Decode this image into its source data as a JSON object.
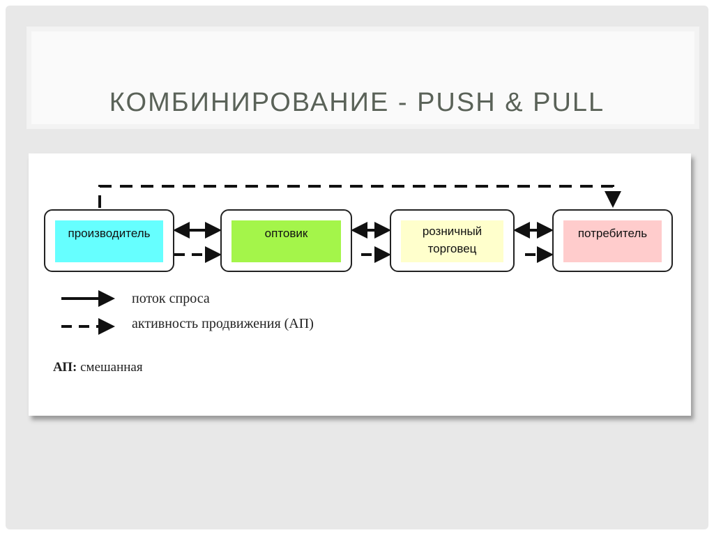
{
  "title": "КОМБИНИРОВАНИЕ - PUSH & PULL",
  "nodes": [
    {
      "label": "производитель",
      "color": "#66ffff"
    },
    {
      "label": "оптовик",
      "color": "#a4f54a"
    },
    {
      "label": "розничный торговец",
      "color": "#ffffcc"
    },
    {
      "label": "потребитель",
      "color": "#ffcccc"
    }
  ],
  "legend": {
    "solid": "поток спроса",
    "dashed": "активность продвижения (АП)"
  },
  "ap": {
    "label": "АП:",
    "value": "смешанная"
  }
}
